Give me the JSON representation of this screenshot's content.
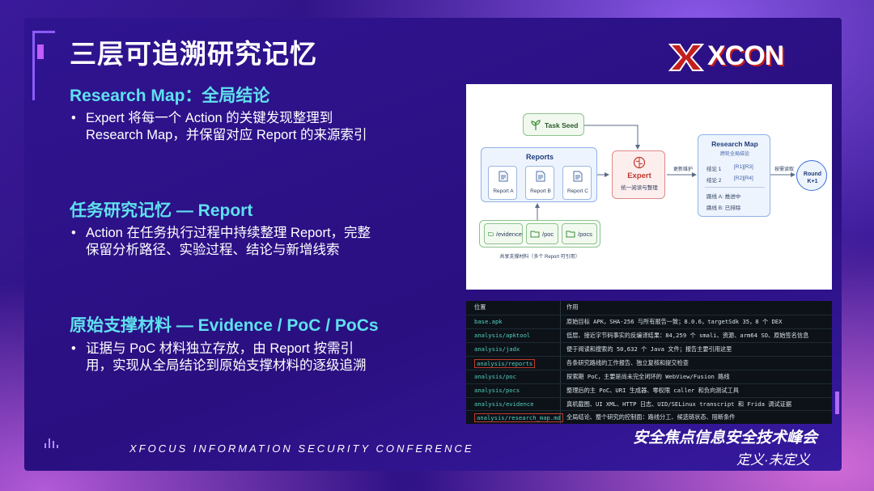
{
  "title": "三层可追溯研究记忆",
  "logo": {
    "text": "XCON"
  },
  "sections": [
    {
      "heading": "Research Map：全局结论",
      "bullet": "Expert 将每一个 Action 的关键发现整理到 Research Map，并保留对应 Report 的来源索引"
    },
    {
      "heading": "任务研究记忆 — Report",
      "bullet": "Action 在任务执行过程中持续整理 Report，完整保留分析路径、实验过程、结论与新增线索"
    },
    {
      "heading": "原始支撑材料 — Evidence / PoC / PoCs",
      "bullet": "证据与 PoC 材料独立存放，由 Report 按需引用，实现从全局结论到原始支撑材料的逐级追溯"
    }
  ],
  "diagram": {
    "task_seed": "Task Seed",
    "reports_title": "Reports",
    "report_items": [
      "Report A",
      "Report B",
      "Report C"
    ],
    "expert_title": "Expert",
    "expert_sub": "统一阅读与整理",
    "update_label": "更新维护",
    "research_map_title": "Research Map",
    "research_map_sub": "跨轮全局结论",
    "conclusions": [
      {
        "label": "结论 1",
        "refs": "[R1][R3]"
      },
      {
        "label": "结论 2",
        "refs": "[R2][R4]"
      }
    ],
    "paths": [
      "路线 A: 推进中",
      "路线 B: 已排除"
    ],
    "read_label": "按需读取",
    "round": "Round K+1",
    "folders": [
      "/evidence",
      "/poc",
      "/pocs"
    ],
    "folders_caption": "共享支撑材料（多个 Report 可引用）"
  },
  "table": {
    "headers": {
      "path": "位置",
      "desc": "作用"
    },
    "rows": [
      {
        "path": "base.apk",
        "desc": "原始目标 APK，SHA-256 与所有报告一致；8.0.6，targetSdk 35，8 个 DEX",
        "highlight": false
      },
      {
        "path": "analysis/apktool",
        "desc": "低层、接近字节码事实的反编译结果：84,259 个 smali、资源、arm64 SO、原始签名信息",
        "highlight": false
      },
      {
        "path": "analysis/jadx",
        "desc": "便于阅读和搜索的 50,632 个 Java 文件；报告主要引用这里",
        "highlight": false
      },
      {
        "path": "analysis/reports",
        "desc": "各条研究路线的工作报告、独立复核和提交检查",
        "highlight": true
      },
      {
        "path": "analysis/poc",
        "desc": "探索期 PoC，主要是尚未完全闭环的 WebView/Fusion 路线",
        "highlight": false
      },
      {
        "path": "analysis/pocs",
        "desc": "整理后的主 PoC、URI 生成器、零权限 caller 和负向测试工具",
        "highlight": false
      },
      {
        "path": "analysis/evidence",
        "desc": "真机截图、UI XML、HTTP 日志、UID/SELinux transcript 和 Frida 调试证据",
        "highlight": false
      },
      {
        "path": "analysis/research_map.md",
        "desc": "全局结论、整个研究的控制面：路线分工、候选链状态、阻断条件",
        "highlight": true
      }
    ]
  },
  "footer": {
    "conference_en": "XFOCUS INFORMATION SECURITY CONFERENCE",
    "conference_cn": "安全焦点信息安全技术峰会",
    "motto": "定义·未定义"
  }
}
